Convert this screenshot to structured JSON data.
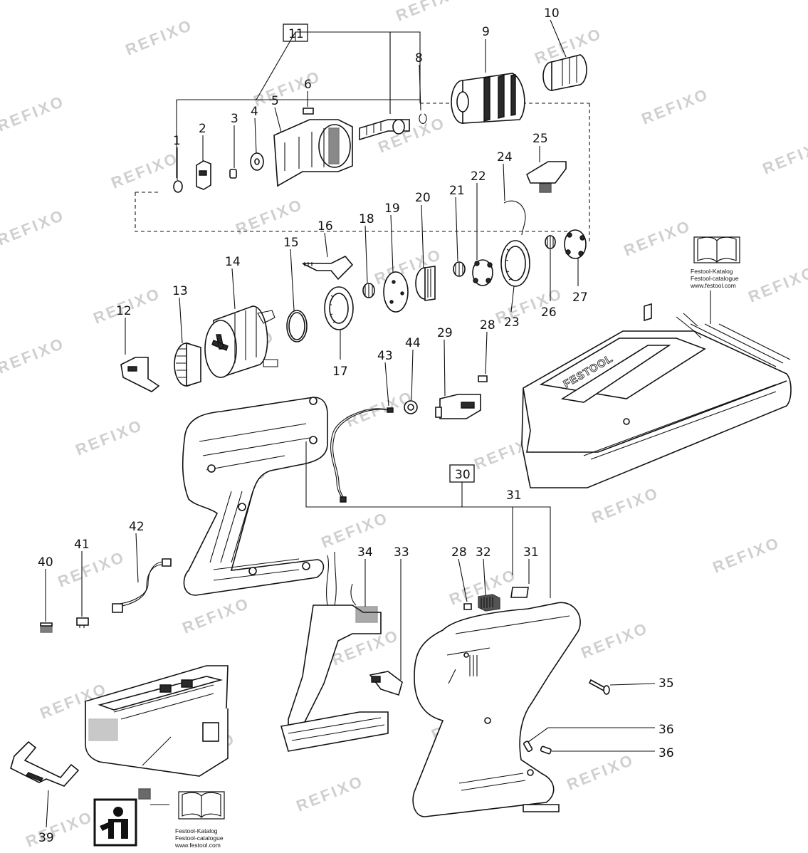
{
  "watermark": "REFIXO",
  "group_labels": {
    "g11": "11",
    "g30": "30"
  },
  "part_numbers": {
    "p1": "1",
    "p2": "2",
    "p3": "3",
    "p4": "4",
    "p5": "5",
    "p6": "6",
    "p8": "8",
    "p9": "9",
    "p10": "10",
    "p12": "12",
    "p13": "13",
    "p14": "14",
    "p15": "15",
    "p16": "16",
    "p17": "17",
    "p18": "18",
    "p19": "19",
    "p20": "20",
    "p21": "21",
    "p22": "22",
    "p23": "23",
    "p24": "24",
    "p25": "25",
    "p26": "26",
    "p27": "27",
    "p28a": "28",
    "p28b": "28",
    "p29": "29",
    "p31a": "31",
    "p31b": "31",
    "p32": "32",
    "p33": "33",
    "p34": "34",
    "p35": "35",
    "p36a": "36",
    "p36b": "36",
    "p39": "39",
    "p40": "40",
    "p41": "41",
    "p42": "42",
    "p43": "43",
    "p44": "44"
  },
  "catalog_top": {
    "line1": "Festool-Katalog",
    "line2": "Festool-catalogue",
    "line3": "www.festool.com"
  },
  "catalog_bottom": {
    "line1": "Festool-Katalog",
    "line2": "Festool-catalogue",
    "line3": "www.festool.com"
  },
  "charger_brand": "FESTOOL",
  "icons": [
    "book-icon",
    "service-technician-icon"
  ]
}
